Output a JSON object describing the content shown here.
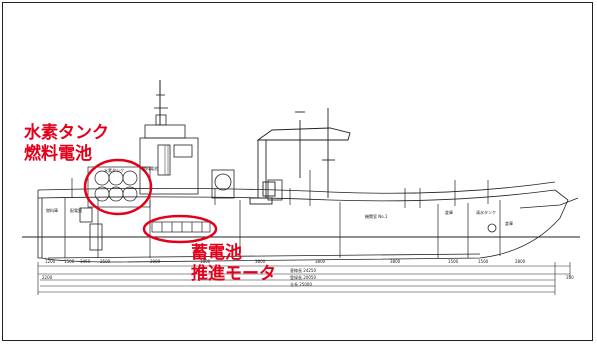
{
  "callouts": {
    "hydrogen_line1": "水素タンク",
    "hydrogen_line2": "燃料電池",
    "battery_line1": "蓄電池",
    "battery_line2": "推進モータ"
  },
  "drawing": {
    "station_dims": [
      "1200",
      "1500",
      "1450",
      "2500",
      "2000",
      "1800",
      "3800",
      "3800",
      "3800",
      "1500",
      "1500",
      "2800"
    ],
    "overall_dims": {
      "l1": "垂線長 24250",
      "l2": "登録長 20050",
      "l3": "全長 25000",
      "left": "2200",
      "right": "350"
    },
    "room_labels": [
      "燃料庫",
      "配電盤",
      "機関室 No.1",
      "倉庫",
      "倉庫",
      "清水タンク"
    ],
    "tank_label": "水素タンク",
    "fc_label": "燃料電池"
  },
  "colors": {
    "callout": "#e4001b",
    "line": "#222222"
  }
}
